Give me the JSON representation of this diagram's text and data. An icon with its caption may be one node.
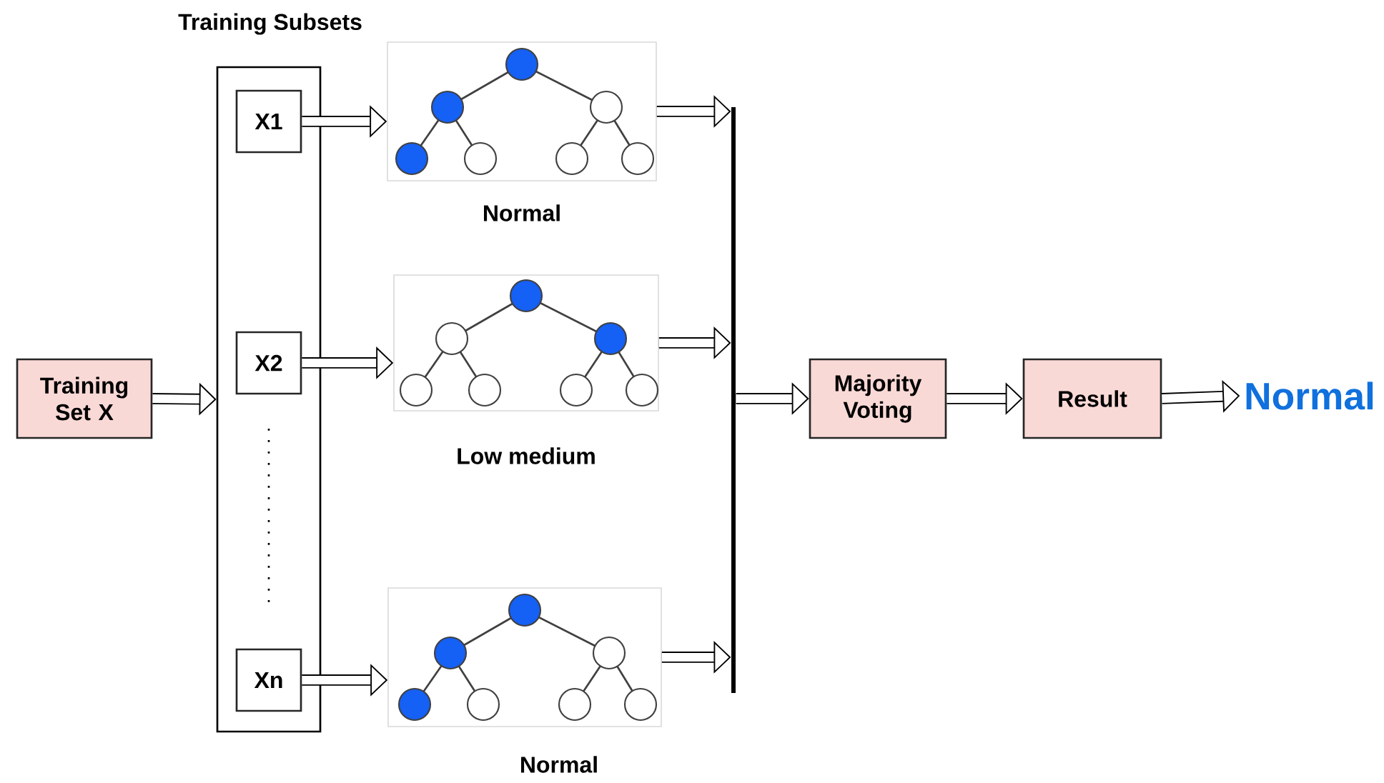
{
  "diagram": {
    "nodes": [
      {
        "text": [
          "Training Set X"
        ]
      },
      {
        "text": [
          "Training Subsets"
        ]
      },
      {
        "text": [
          "X1"
        ],
        "in": 1
      },
      {
        "text": [
          "X2"
        ],
        "in": 1
      },
      {
        "text": [
          "Xn"
        ],
        "in": 1
      },
      {
        "text": [],
        "shape": "picture",
        "beside": [
          "Normal"
        ]
      },
      {
        "text": [],
        "shape": "picture",
        "beside": [
          "Low medium"
        ]
      },
      {
        "text": [],
        "shape": "picture",
        "beside": [
          "Normal"
        ]
      },
      {
        "text": [],
        "shape": "bar"
      },
      {
        "text": [
          "Majority Voting"
        ]
      },
      {
        "text": [
          "Result"
        ]
      },
      {
        "text": [
          "Normal"
        ]
      }
    ],
    "edges": [
      {
        "from": 0,
        "to": 1,
        "arrow": "to"
      },
      {
        "from": 2,
        "to": 5,
        "arrow": "to"
      },
      {
        "from": 3,
        "to": 6,
        "arrow": "to"
      },
      {
        "from": 4,
        "to": 7,
        "arrow": "to"
      },
      {
        "from": 5,
        "to": 8,
        "arrow": "to"
      },
      {
        "from": 6,
        "to": 8,
        "arrow": "to"
      },
      {
        "from": 7,
        "to": 8,
        "arrow": "to"
      },
      {
        "from": 8,
        "to": 9,
        "arrow": "to"
      },
      {
        "from": 9,
        "to": 10,
        "arrow": "to"
      },
      {
        "from": 10,
        "to": 11,
        "arrow": "to"
      }
    ]
  }
}
